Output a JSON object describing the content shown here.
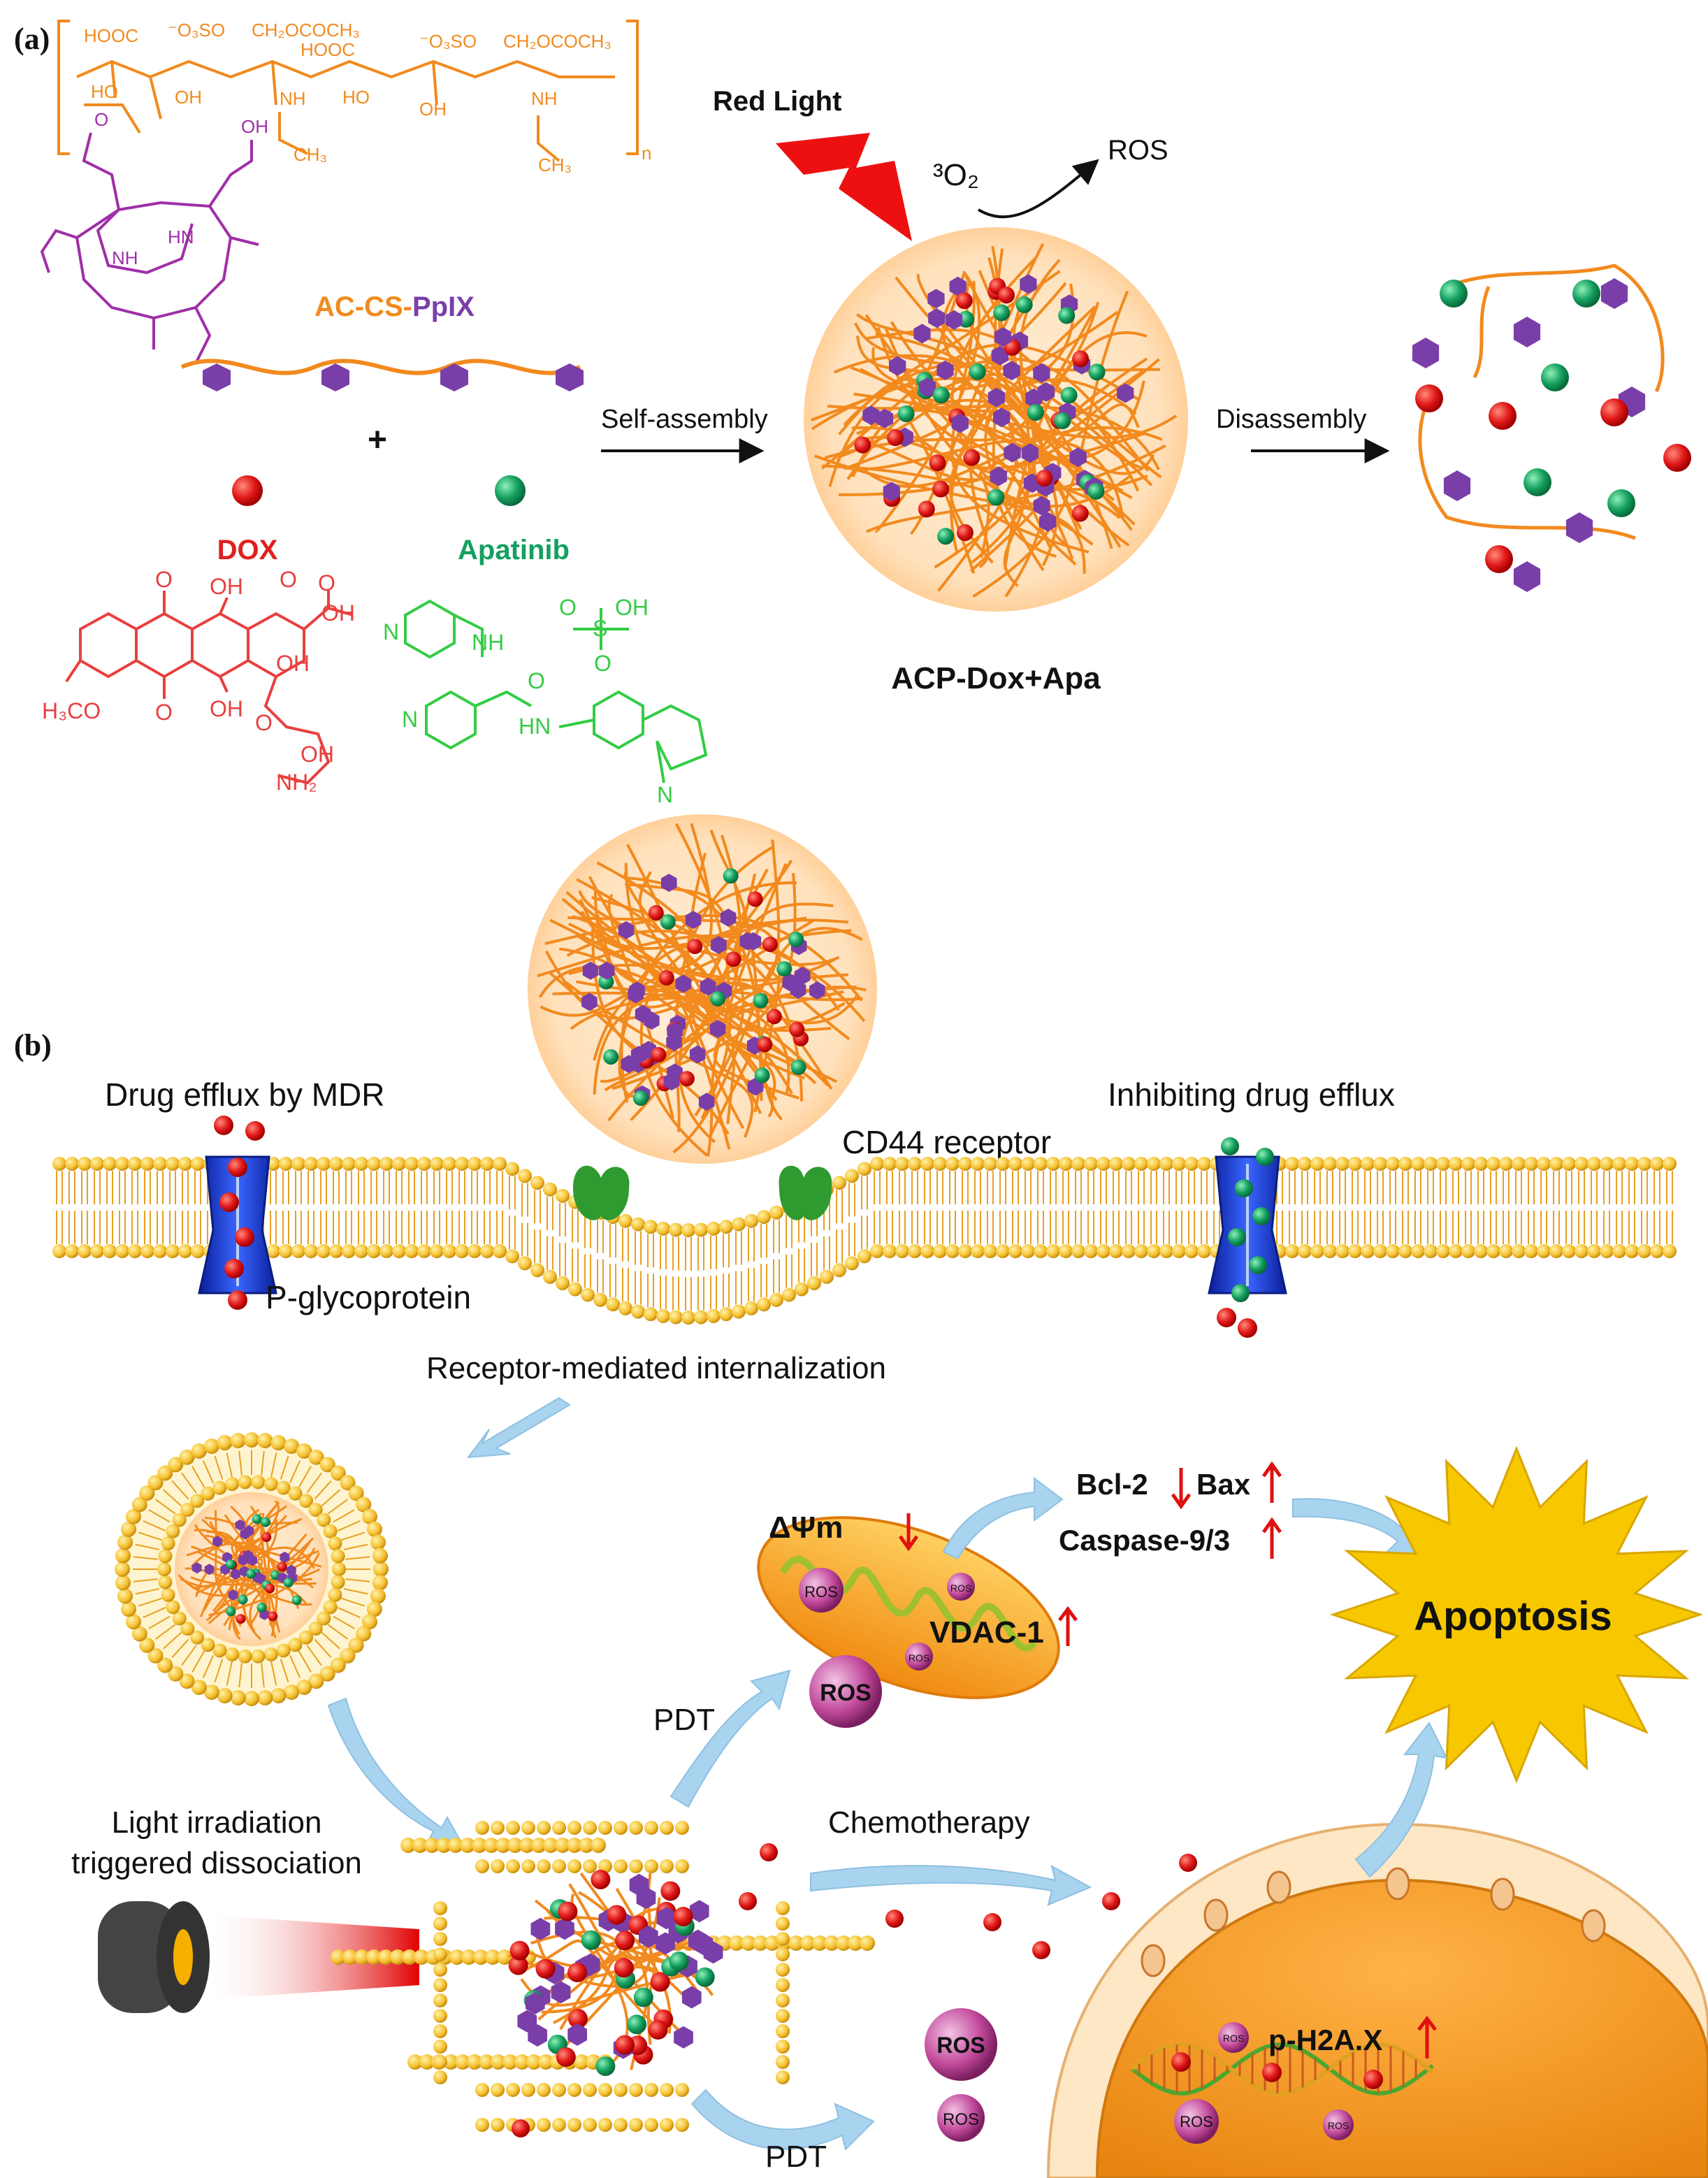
{
  "panel_a": {
    "label": "(a)",
    "polymer_labels": {
      "hooc": "HOOC",
      "oso3_1": "⁻O₃SO",
      "ch2ococh3_1": "CH₂OCOCH₃",
      "hooc_2": "HOOC",
      "oso3_2": "⁻O₃SO",
      "ch2ococh3_2": "CH₂OCOCH₃",
      "ho_1": "HO",
      "oh_1": "OH",
      "nh_1": "NH",
      "ho_2": "HO",
      "oh_2": "OH",
      "nh_2": "NH",
      "ch3_1": "CH₃",
      "ch3_2": "CH₃",
      "n": "n"
    },
    "porphyrin_labels": {
      "oh": "OH",
      "nh": "NH",
      "hn": "HN",
      "o": "O"
    },
    "conjugate_name_ac_cs": "AC-CS-",
    "conjugate_name_pplx": "PpIX",
    "plus": "+",
    "dox_label": "DOX",
    "apatinib_label": "Apatinib",
    "dox_struct": {
      "o": "O",
      "oh": "OH",
      "oh2": "OH",
      "h3co": "H₃CO",
      "o2": "O",
      "oh3": "OH",
      "oh4": "OH",
      "o3": "O",
      "o4": "O",
      "oh5": "OH",
      "nh2": "NH₂"
    },
    "apa_struct": {
      "n": "N",
      "nh": "NH",
      "n2": "N",
      "o": "O",
      "hn": "HN",
      "n3": "N",
      "soh": "OH",
      "s": "S",
      "o2": "O"
    },
    "red_light": "Red  Light",
    "o2_label": "³O₂",
    "ros_label": "ROS",
    "self_assembly": "Self-assembly",
    "disassembly": "Disassembly",
    "nanoparticle_name": "ACP-Dox+Apa"
  },
  "panel_b": {
    "label": "(b)",
    "drug_efflux": "Drug efflux by MDR",
    "inhibiting": "Inhibiting drug efflux",
    "cd44": "CD44 receptor",
    "pgp": "P-glycoprotein",
    "internalization": "Receptor-mediated internalization",
    "delta_psi": "ΔΨm",
    "vdac": "VDAC-1",
    "bcl2": "Bcl-2",
    "bax": "Bax",
    "caspase": "Caspase-9/3",
    "apoptosis": "Apoptosis",
    "ros_small": "ROS",
    "ros_big": "ROS",
    "pdt_1": "PDT",
    "pdt_2": "PDT",
    "light_irr_1": "Light  irradiation",
    "light_irr_2": "triggered dissociation",
    "chemotherapy": "Chemotherapy",
    "ph2ax": "p-H2A.X"
  },
  "colors": {
    "orange": "#f28a1e",
    "purple": "#7a3ea8",
    "dox_red": "#e02020",
    "apa_green": "#14a060",
    "apa_struct_green": "#33cc44",
    "membrane_yellow": "#f5c030",
    "pgp_blue": "#1a3fd0",
    "cd44_green": "#2f9a2f",
    "apoptosis_yellow": "#f7c800",
    "ros_pink": "#c24a9c",
    "arrow_blue": "#a8d4f0",
    "red_arrow": "#e01010"
  }
}
